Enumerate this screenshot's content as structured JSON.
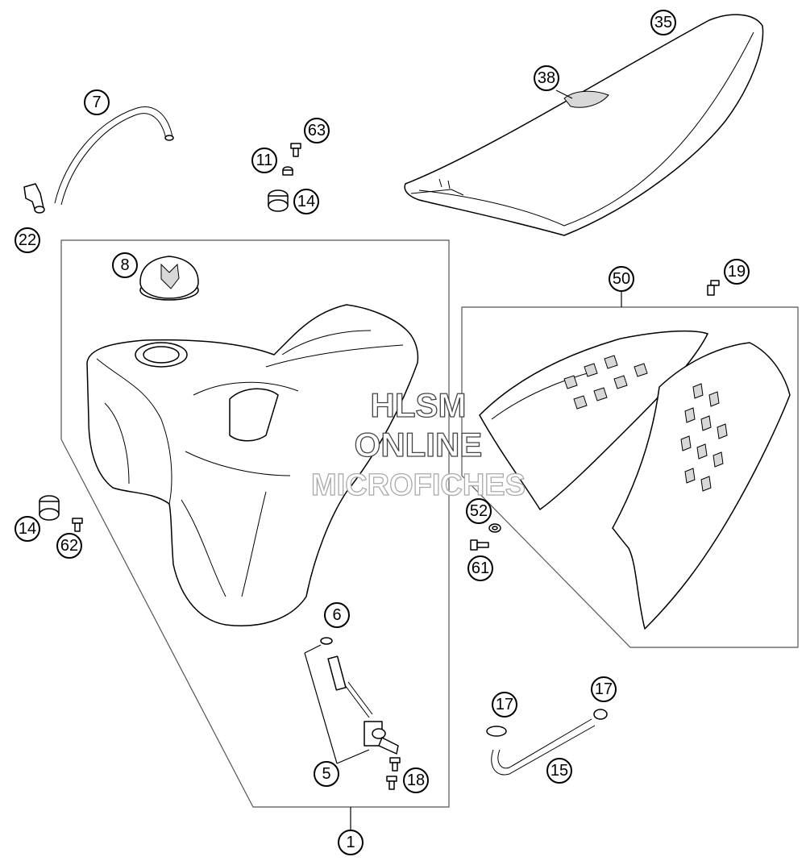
{
  "callouts": [
    {
      "label": "35"
    },
    {
      "label": "38"
    },
    {
      "label": "7"
    },
    {
      "label": "63"
    },
    {
      "label": "11"
    },
    {
      "label": "14"
    },
    {
      "label": "22"
    },
    {
      "label": "8"
    },
    {
      "label": "50"
    },
    {
      "label": "19"
    },
    {
      "label": "14"
    },
    {
      "label": "62"
    },
    {
      "label": "52"
    },
    {
      "label": "61"
    },
    {
      "label": "6"
    },
    {
      "label": "17"
    },
    {
      "label": "17"
    },
    {
      "label": "5"
    },
    {
      "label": "18"
    },
    {
      "label": "15"
    },
    {
      "label": "1"
    }
  ],
  "watermark": {
    "line1": "HLSM",
    "line2": "ONLINE",
    "line3": "MICROFICHES"
  }
}
